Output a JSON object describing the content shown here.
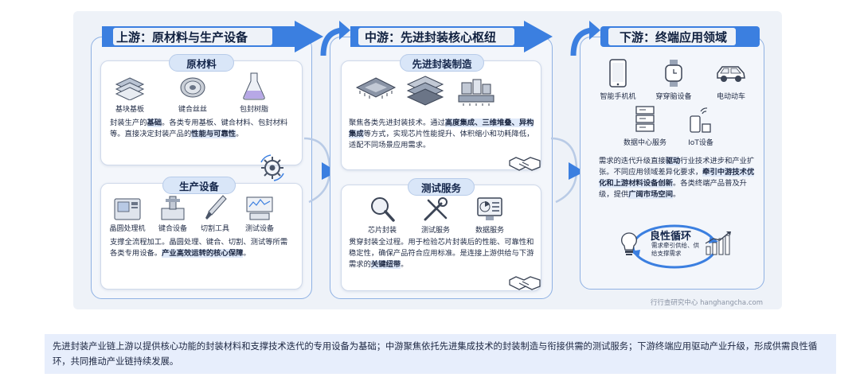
{
  "upstream": {
    "title": "上游：原材料与生产设备",
    "materials": {
      "title": "原材料",
      "items": [
        "基块基板",
        "键合丝丝",
        "包封树脂"
      ],
      "desc_pre": "封装生产的",
      "desc_hl1": "基础",
      "desc_mid": "。各类专用基板、键合材料、包封材料等。直接决定封装产品的",
      "desc_hl2": "性能与可靠性",
      "desc_post": "。"
    },
    "equipment": {
      "title": "生产设备",
      "items": [
        "晶圆处理机",
        "键合设备",
        "切割工具",
        "测试设备"
      ],
      "desc_pre": "支撑全流程加工。晶圆处理、键合、切割、测试等所需各类专用设备。",
      "desc_hl": "产业高效运转的核心保障",
      "desc_post": "。"
    }
  },
  "midstream": {
    "title": "中游：先进封装核心枢纽",
    "packaging": {
      "title": "先进封装制造",
      "desc_pre": "聚焦各类先进封装技术。通过",
      "desc_hl1": "高度集成、三维堆叠、异构集成",
      "desc_post": "等方式，实现芯片性能提升、体积缩小和功耗降低，适配不同场景应用需求。"
    },
    "testing": {
      "title": "测试服务",
      "items": [
        "芯片封装",
        "测试服务",
        "数据服务"
      ],
      "desc_pre": "贯穿封装全过程。用于检验芯片封装后的性能、可靠性和稳定性，确保产品符合应用标准。是连接上游供给与下游需求的",
      "desc_hl": "关键纽带",
      "desc_post": "。"
    }
  },
  "downstream": {
    "title": "下游：终端应用领域",
    "items": [
      "智能手机机",
      "穿穿脑设备",
      "电动动车",
      "数据中心服务",
      "IoT设备"
    ],
    "desc_pre": "需求的迭代升级直接",
    "desc_hl1": "驱动",
    "desc_mid": "行业技术进步和产业扩张。不同应用领域差异化要求，",
    "desc_hl2": "牵引中游技术优化和上游材料设备创新",
    "desc_mid2": "。各类终端产品普及升级，提供",
    "desc_hl3": "广阔市场空间",
    "desc_post": "。",
    "cycle_title": "良性循环",
    "cycle_sub": "需求牵引供给、供给支撑需求"
  },
  "credit": "行行查研究中心 hanghangcha.com",
  "summary": "先进封装产业链上游以提供核心功能的封装材料和支撑技术迭代的专用设备为基础；中游聚焦依托先进集成技术的封装制造与衔接供需的测试服务；下游终端应用驱动产业升级，形成供需良性循环，共同推动产业链持续发展。",
  "colors": {
    "accent": "#3b7fe0",
    "panel_border": "#8fb1e3",
    "pill": "#d9e6f8",
    "highlight": "#dfe9f9"
  }
}
